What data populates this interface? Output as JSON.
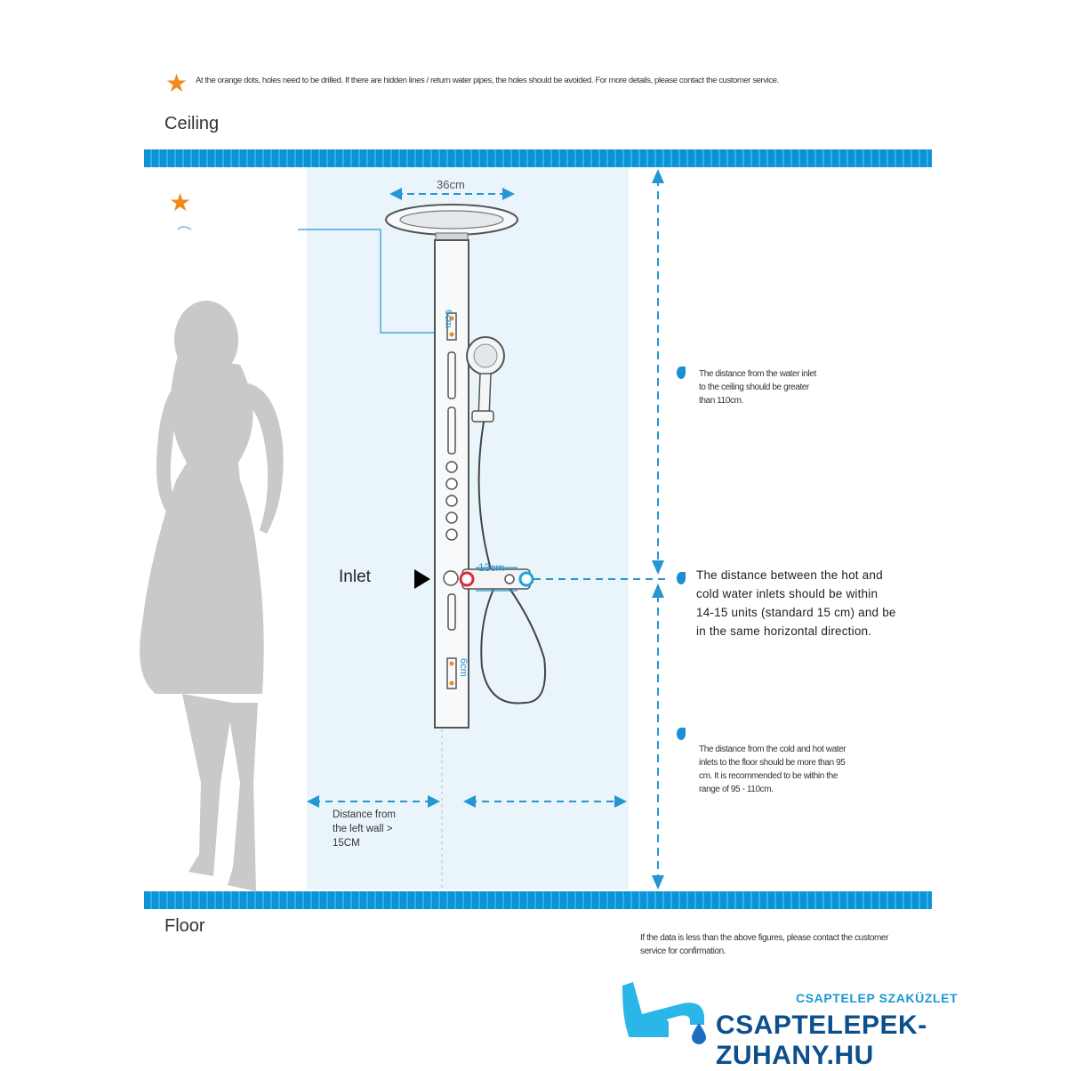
{
  "notice_top": "At the orange dots, holes need to be drilled. If there are hidden lines / return water pipes, the holes should be avoided. For more details, please contact the customer service.",
  "labels": {
    "ceiling": "Ceiling",
    "floor": "Floor",
    "inlet": "Inlet",
    "width_36": "36cm",
    "spacing_13": "13cm",
    "mark_6cm_top": "6cm",
    "mark_6cm_bottom": "6cm"
  },
  "notes": {
    "inlet_to_ceiling": [
      "The distance from the water inlet",
      "to the ceiling should be greater",
      "than 110cm."
    ],
    "hot_cold_inlets": [
      "The distance between the hot and",
      "cold water inlets should be within",
      "14-15 units (standard 15 cm) and be",
      "in the same horizontal direction."
    ],
    "inlets_to_floor": [
      "The distance from the cold and hot water",
      "inlets to the floor should be more than 95",
      "cm. It is recommended to be within the",
      "range of 95 - 110cm."
    ],
    "left_wall": [
      "Distance from",
      "the left wall >",
      "15CM"
    ],
    "bottom_notice": [
      "If the data is less than the above figures, please contact the customer",
      "service for confirmation."
    ]
  },
  "brand": {
    "tagline": "CSAPTELEP SZAKÜZLET",
    "name": "CSAPTELEPEK-ZUHANY.HU"
  },
  "colors": {
    "accent_blue": "#0b93d6",
    "drill_orange": "#f08a1c",
    "hot": "#e0283a",
    "cold": "#1aa3e0",
    "brand_dark": "#0c4f8c"
  }
}
